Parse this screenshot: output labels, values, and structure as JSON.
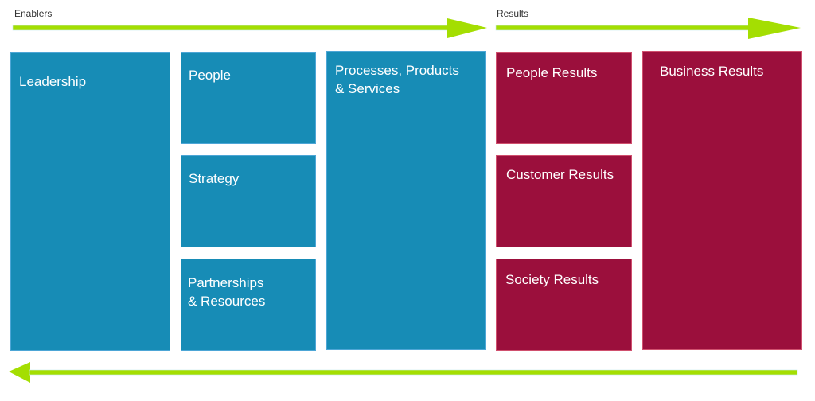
{
  "sections": {
    "enablers_label": "Enablers",
    "results_label": "Results"
  },
  "colors": {
    "enabler": "#178CB6",
    "result": "#9B0F3C",
    "arrow": "#A4DE02"
  },
  "enablers": {
    "leadership": "Leadership",
    "people": "People",
    "strategy": "Strategy",
    "partnerships": "Partnerships\n & Resources",
    "processes": "Processes, Products\n& Services"
  },
  "results": {
    "people_results": "People Results",
    "customer_results": "Customer Results",
    "society_results": "Society Results",
    "business_results": "Business Results"
  },
  "arrows": {
    "enablers_direction": "right",
    "results_direction": "right",
    "feedback_direction": "left"
  }
}
